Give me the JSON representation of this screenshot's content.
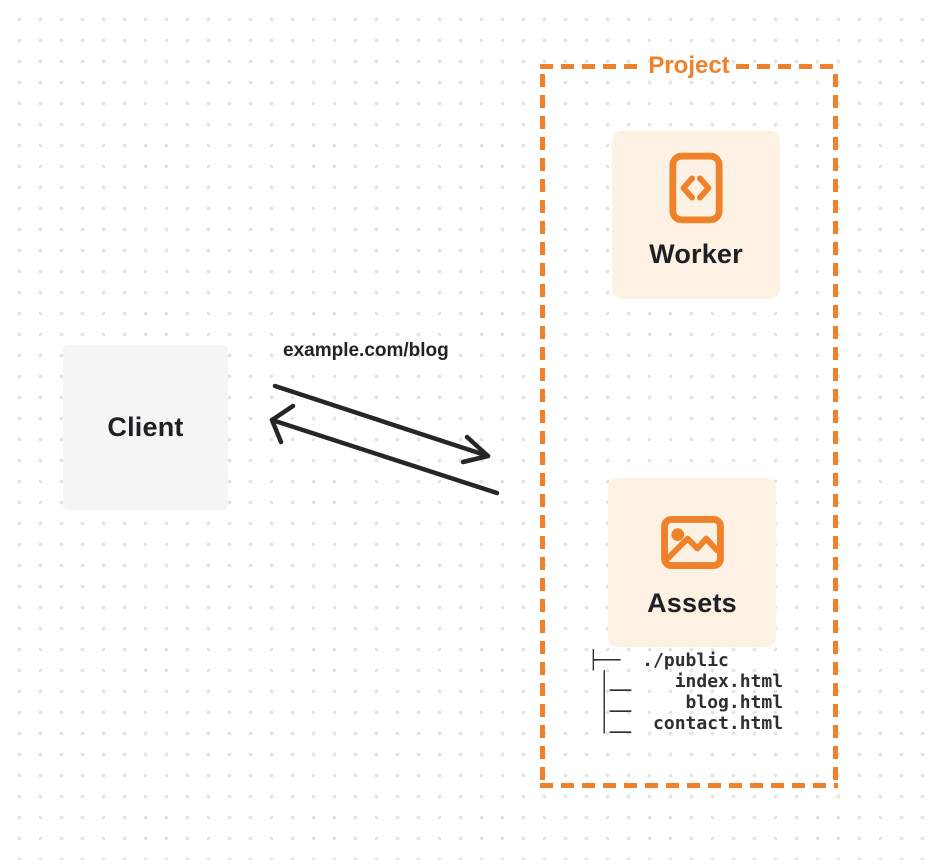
{
  "diagram": {
    "client": {
      "label": "Client"
    },
    "request_label": "example.com/blog",
    "project": {
      "label": "Project",
      "worker": {
        "label": "Worker"
      },
      "assets": {
        "label": "Assets"
      },
      "file_tree": [
        "├──  ./public",
        " │__    index.html",
        " │__     blog.html",
        " │__  contact.html"
      ]
    },
    "icons": {
      "worker": "code-file-icon",
      "assets": "image-icon"
    },
    "colors": {
      "accent_orange": "#ee8129",
      "card_fill": "#fcf1e3",
      "client_fill": "#f5f5f6",
      "arrow": "#262626",
      "dot_grid": "#e3e3e6"
    }
  }
}
